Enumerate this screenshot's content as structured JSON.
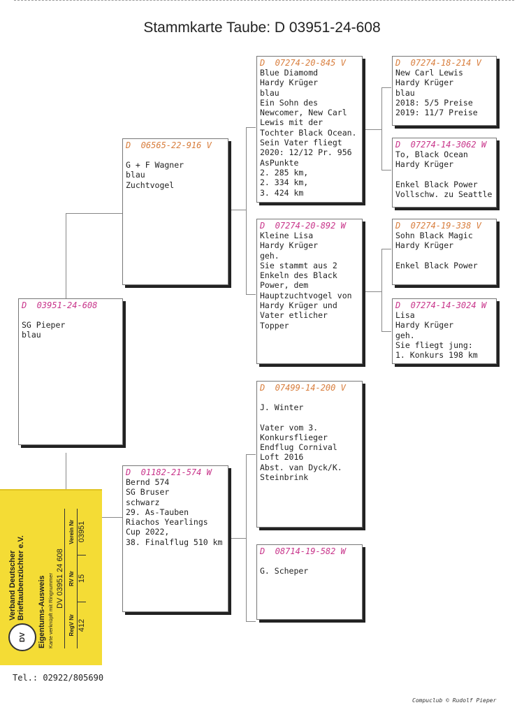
{
  "title": "Stammkarte Taube: D   03951-24-608",
  "cards": {
    "root": {
      "ring": "D  03951-24-608",
      "body": "SG Pieper\nblau"
    },
    "f": {
      "ring": "D  06565-22-916 V",
      "body": "G + F Wagner\nblau\nZuchtvogel"
    },
    "m": {
      "ring": "D  01182-21-574 W",
      "body": "Bernd 574\nSG Bruser\nschwarz\n29. As-Tauben\nRiachos Yearlings\nCup 2022,\n38. Finalflug 510 km"
    },
    "ff": {
      "ring": "D  07274-20-845 V",
      "body": "Blue Diamomd\nHardy Krüger\nblau\nEin Sohn des\nNewcomer, New Carl\nLewis mit der\nTochter Black Ocean.\nSein Vater fliegt\n2020: 12/12 Pr. 956\nAsPunkte\n2. 285 km,\n2. 334 km,\n3. 424 km"
    },
    "fm": {
      "ring": "D  07274-20-892 W",
      "body": "Kleine Lisa\nHardy Krüger\ngeh.\nSie stammt aus 2\nEnkeln des Black\nPower, dem\nHauptzuchtvogel von\nHardy Krüger und\nVater etlicher\nTopper"
    },
    "mf": {
      "ring": "D  07499-14-200 V",
      "body": "J. Winter\n\nVater vom 3.\nKonkursflieger\nEndflug Cornival\nLoft 2016\nAbst. van Dyck/K.\nSteinbrink"
    },
    "mm": {
      "ring": "D  08714-19-582 W",
      "body": "G. Scheper"
    },
    "fff": {
      "ring": "D  07274-18-214 V",
      "body": "New Carl Lewis\nHardy Krüger\nblau\n2018: 5/5 Preise\n2019: 11/7 Preise"
    },
    "ffm": {
      "ring": "D  07274-14-3062 W",
      "body": "To, Black Ocean\nHardy Krüger\n\nEnkel Black Power\nVollschw. zu Seattle"
    },
    "fmf": {
      "ring": "D  07274-19-338 V",
      "body": "Sohn Black Magic\nHardy Krüger\n\nEnkel Black Power"
    },
    "fmm": {
      "ring": "D  07274-14-3024 W",
      "body": "Lisa\nHardy Krüger\ngeh.\nSie fliegt jung:\n1. Konkurs 198 km"
    }
  },
  "ausweis": {
    "org": "Verband Deutscher\nBrieftaubenzüchter e.V.",
    "title": "Eigentums-Ausweis",
    "subtitle": "Karte verknüpft mit Ringnummer",
    "ring": "DV 03951 24 608",
    "col_headers": [
      "RegV Nr",
      "RV Nr",
      "Verein Nr"
    ],
    "col_values": [
      "412",
      "15",
      "03951"
    ],
    "logo_text": "DV"
  },
  "tel": "Tel.: 02922/805690",
  "footer": "Compuclub © Rudolf Pieper",
  "colors": {
    "male": "#d87d3c",
    "female": "#c8348a",
    "card_yellow": "#f4dc35"
  }
}
